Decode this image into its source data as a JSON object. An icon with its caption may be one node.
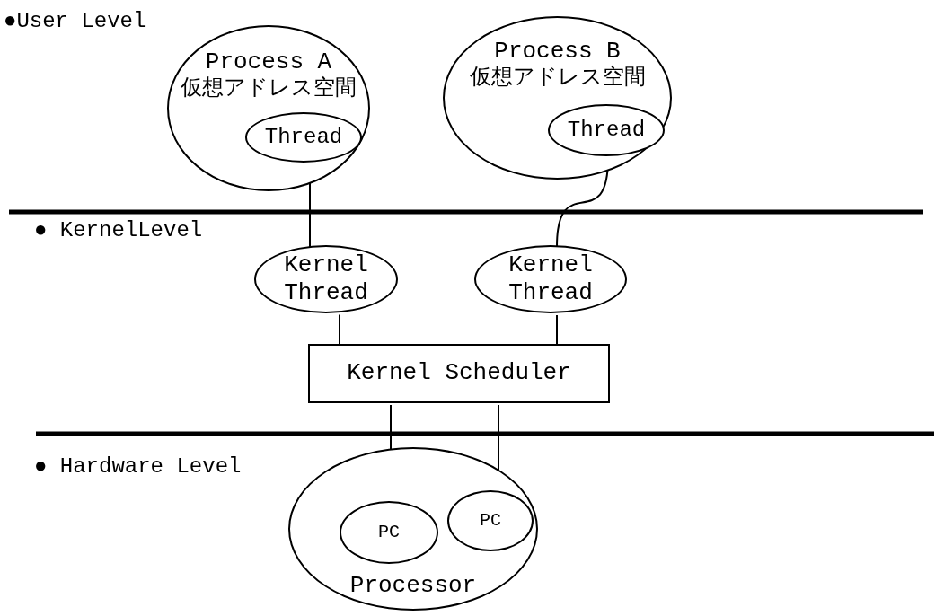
{
  "diagram": {
    "nodes": [
      {
        "text": [
          "Process A",
          "仮想アドレス空間"
        ]
      },
      {
        "text": [
          "Thread"
        ],
        "in": 0
      },
      {
        "text": [
          "Process B",
          "仮想アドレス空間"
        ]
      },
      {
        "text": [
          "Thread"
        ],
        "in": 2
      },
      {
        "text": [
          "Kernel Thread"
        ]
      },
      {
        "text": [
          "Kernel Thread"
        ]
      },
      {
        "text": [
          "Kernel Scheduler"
        ]
      },
      {
        "text": [
          "Processor"
        ]
      },
      {
        "text": [
          "PC"
        ],
        "in": 7
      },
      {
        "text": [
          "PC"
        ],
        "in": 7
      }
    ],
    "edges": [
      {
        "from": 1,
        "to": 4,
        "arrow": "none"
      },
      {
        "from": 3,
        "to": 5,
        "arrow": "none"
      },
      {
        "from": 4,
        "to": 6,
        "arrow": "none"
      },
      {
        "from": 5,
        "to": 6,
        "arrow": "none"
      },
      {
        "from": 6,
        "to": 8,
        "arrow": "none"
      },
      {
        "from": 6,
        "to": 9,
        "arrow": "none"
      }
    ],
    "labels": [
      "●User Level",
      "● KernelLevel",
      "● Hardware Level"
    ]
  }
}
